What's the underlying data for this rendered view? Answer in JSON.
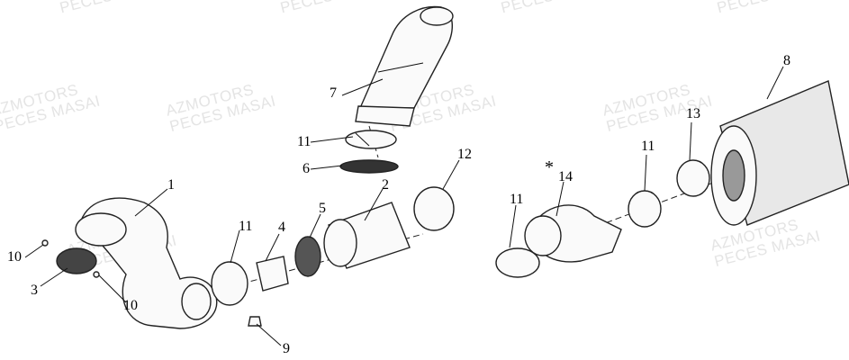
{
  "watermark": {
    "line1": "AZMOTORS",
    "line2": "PECES MASAI"
  },
  "callouts": [
    {
      "id": "c1",
      "text": "1"
    },
    {
      "id": "c2",
      "text": "2"
    },
    {
      "id": "c3",
      "text": "3"
    },
    {
      "id": "c4",
      "text": "4"
    },
    {
      "id": "c5",
      "text": "5"
    },
    {
      "id": "c6",
      "text": "6"
    },
    {
      "id": "c7",
      "text": "7"
    },
    {
      "id": "c8",
      "text": "8"
    },
    {
      "id": "c9",
      "text": "9"
    },
    {
      "id": "c10a",
      "text": "10"
    },
    {
      "id": "c10b",
      "text": "10"
    },
    {
      "id": "c11a",
      "text": "11"
    },
    {
      "id": "c11b",
      "text": "11"
    },
    {
      "id": "c11c",
      "text": "11"
    },
    {
      "id": "c11d",
      "text": "11"
    },
    {
      "id": "c12",
      "text": "12"
    },
    {
      "id": "c13",
      "text": "13"
    },
    {
      "id": "c14",
      "text": "14"
    },
    {
      "id": "cstar",
      "text": "*"
    }
  ]
}
